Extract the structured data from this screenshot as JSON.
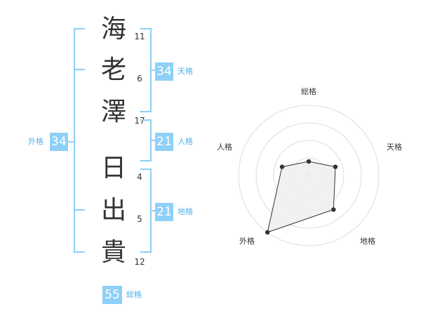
{
  "name": {
    "characters": [
      {
        "char": "海",
        "strokes": "11"
      },
      {
        "char": "老",
        "strokes": "6"
      },
      {
        "char": "澤",
        "strokes": "17"
      },
      {
        "char": "日",
        "strokes": "4"
      },
      {
        "char": "出",
        "strokes": "5"
      },
      {
        "char": "貴",
        "strokes": "12"
      }
    ]
  },
  "kaku": {
    "tenkaku": {
      "value": "34",
      "label": "天格"
    },
    "jinkaku": {
      "value": "21",
      "label": "人格"
    },
    "chikaku": {
      "value": "21",
      "label": "地格"
    },
    "gaikaku": {
      "value": "34",
      "label": "外格"
    },
    "soukaku": {
      "value": "55",
      "label": "総格"
    }
  },
  "radar": {
    "axes": [
      "総格",
      "天格",
      "地格",
      "外格",
      "人格"
    ],
    "levels": [
      0.2,
      0.4,
      0.6,
      1.0,
      0.4
    ],
    "rings": 4,
    "fill_color": "#eeeeee",
    "line_color": "#333333",
    "ring_color": "#dddddd"
  },
  "colors": {
    "accent": "#8fd0f8",
    "accent_text": "#4fb2ee"
  }
}
